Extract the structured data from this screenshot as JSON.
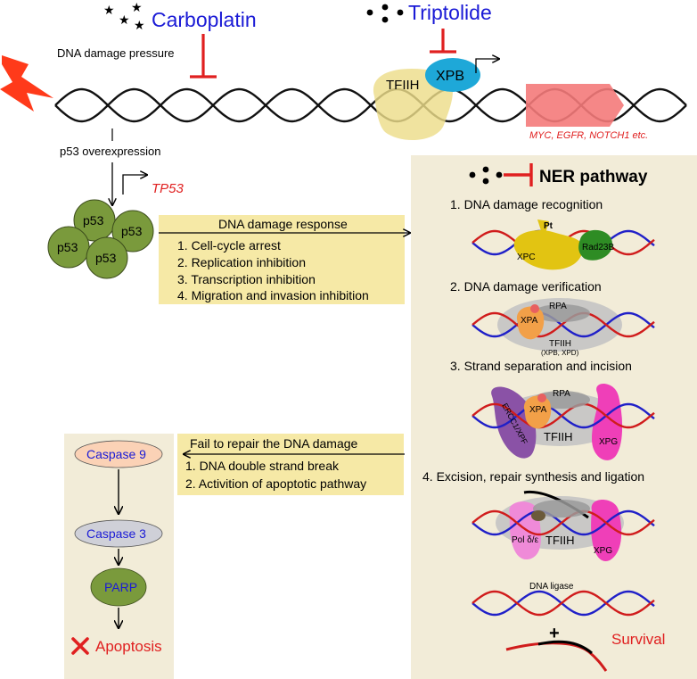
{
  "drugs": {
    "carboplatin": "Carboplatin",
    "triptolide": "Triptolide"
  },
  "top": {
    "damage_pressure": "DNA damage pressure",
    "tfiih": "TFIIH",
    "xpb": "XPB",
    "genes": "MYC, EGFR, NOTCH1 etc."
  },
  "p53": {
    "overexpression": "p53 overexpression",
    "tp53": "TP53",
    "cluster_label": "p53"
  },
  "response": {
    "title": "DNA damage response",
    "items": [
      "1. Cell-cycle arrest",
      "2. Replication inhibition",
      "3. Transcription inhibition",
      "4. Migration and invasion inhibition"
    ]
  },
  "failure": {
    "title": "Fail to repair the DNA damage",
    "items": [
      "1. DNA double strand break",
      "2. Activition of apoptotic pathway"
    ]
  },
  "apoptosis": {
    "caspase9": "Caspase 9",
    "caspase3": "Caspase 3",
    "parp": "PARP",
    "outcome": "Apoptosis"
  },
  "ner": {
    "title": "NER pathway",
    "step1": "1. DNA damage recognition",
    "step2": "2. DNA damage verification",
    "step3": "3. Strand separation and incision",
    "step4": "4. Excision, repair synthesis and ligation",
    "pt": "Pt",
    "xpc": "XPC",
    "rad23b": "Rad23B",
    "rpa": "RPA",
    "xpa": "XPA",
    "tfiih": "TFIIH",
    "tfiih_sub": "(XPB, XPD)",
    "ercc1": "ERCC1/XPF",
    "xpg": "XPG",
    "pol": "Pol δ/ε",
    "ligase": "DNA ligase",
    "plus": "+",
    "survival": "Survival"
  },
  "colors": {
    "blue_text": "#1a1ad6",
    "red_text": "#e02020",
    "panel": "#f2ecd8",
    "response_box": "#f6e9a6",
    "p53": "#7a9a3c",
    "tfiih": "#eddd8a",
    "xpb": "#1ea8d8"
  }
}
